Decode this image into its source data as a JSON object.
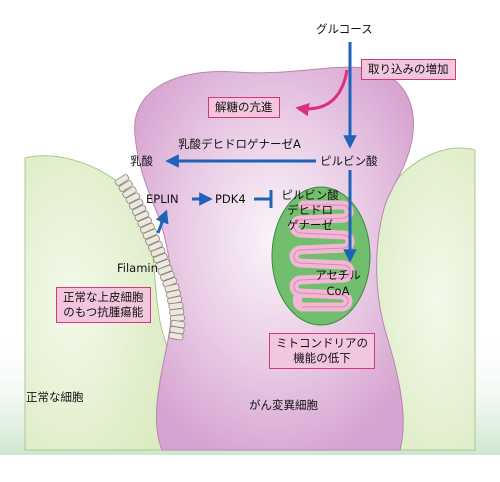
{
  "labels": {
    "glucose": "グルコース",
    "uptake_increase": "取り込みの増加",
    "glycolysis": "解糖の亢進",
    "ldh": "乳酸デヒドロゲナーゼA",
    "lactate": "乳酸",
    "pyruvate": "ピルビン酸",
    "eplin": "EPLIN",
    "pdk4": "PDK4",
    "pdh": "ピルビン酸\nデヒドロ\nゲナーゼ",
    "acetyl_coa": "アセチル\nCoA",
    "filamin": "Filamin",
    "antitumor": "正常な上皮細胞\nのもつ抗腫瘍能",
    "mito_decline": "ミトコンドリアの\n機能の低下",
    "normal_cell": "正常な細胞",
    "cancer_cell": "がん変異細胞"
  },
  "colors": {
    "cancer_cell_fill": "#d7a3d0",
    "normal_cell_fill": "#e0efc9",
    "mitochondria_fill": "#71be6e",
    "crista_fill": "#f3b7d6",
    "arrow_blue": "#1f63b8",
    "arrow_pink": "#dd2f82",
    "box_fill": "#f2c6dd",
    "box_border": "#d2387f"
  }
}
